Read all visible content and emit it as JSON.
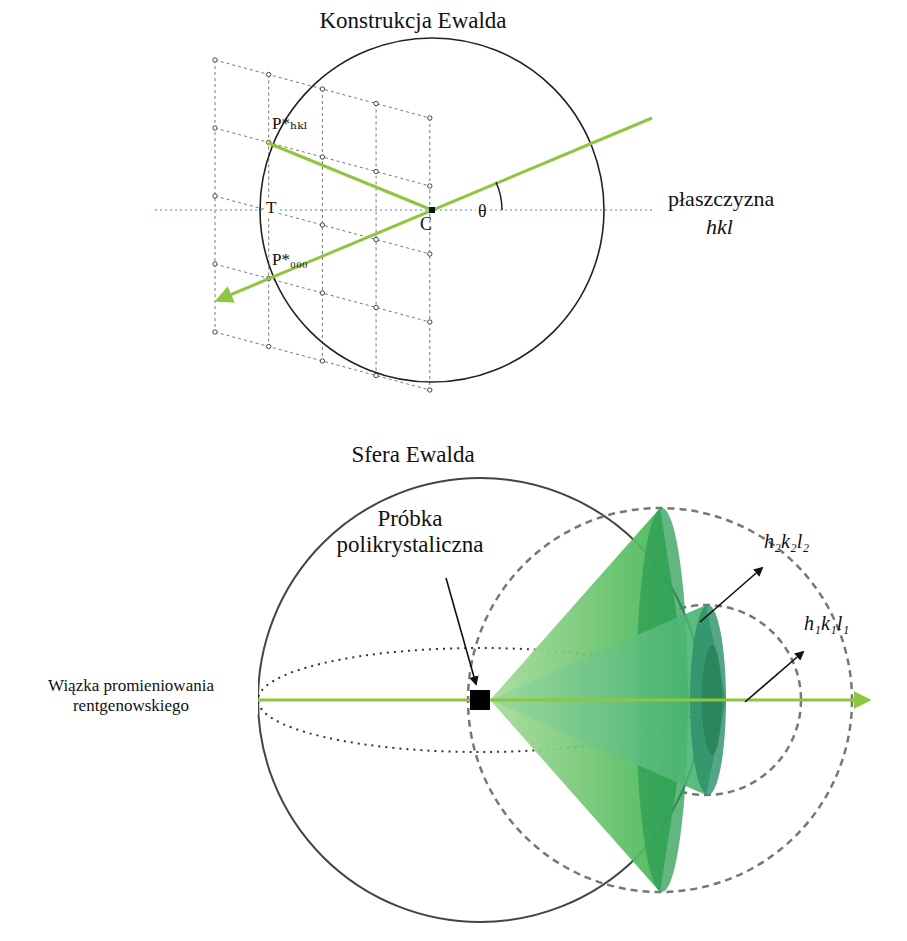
{
  "diagram": {
    "labels": [
      "Konstrukcja Ewalda",
      "P*ₕₖₗ",
      "T",
      "C",
      "θ",
      "płaszczyzna",
      "hkl",
      "P*₀₀₀",
      "Sfera Ewalda",
      "Próbka polikrystaliczna",
      "Wiązka promieniowania rentgenowskiego",
      "h₂k₂l₂",
      "h₁k₁l₁"
    ]
  }
}
